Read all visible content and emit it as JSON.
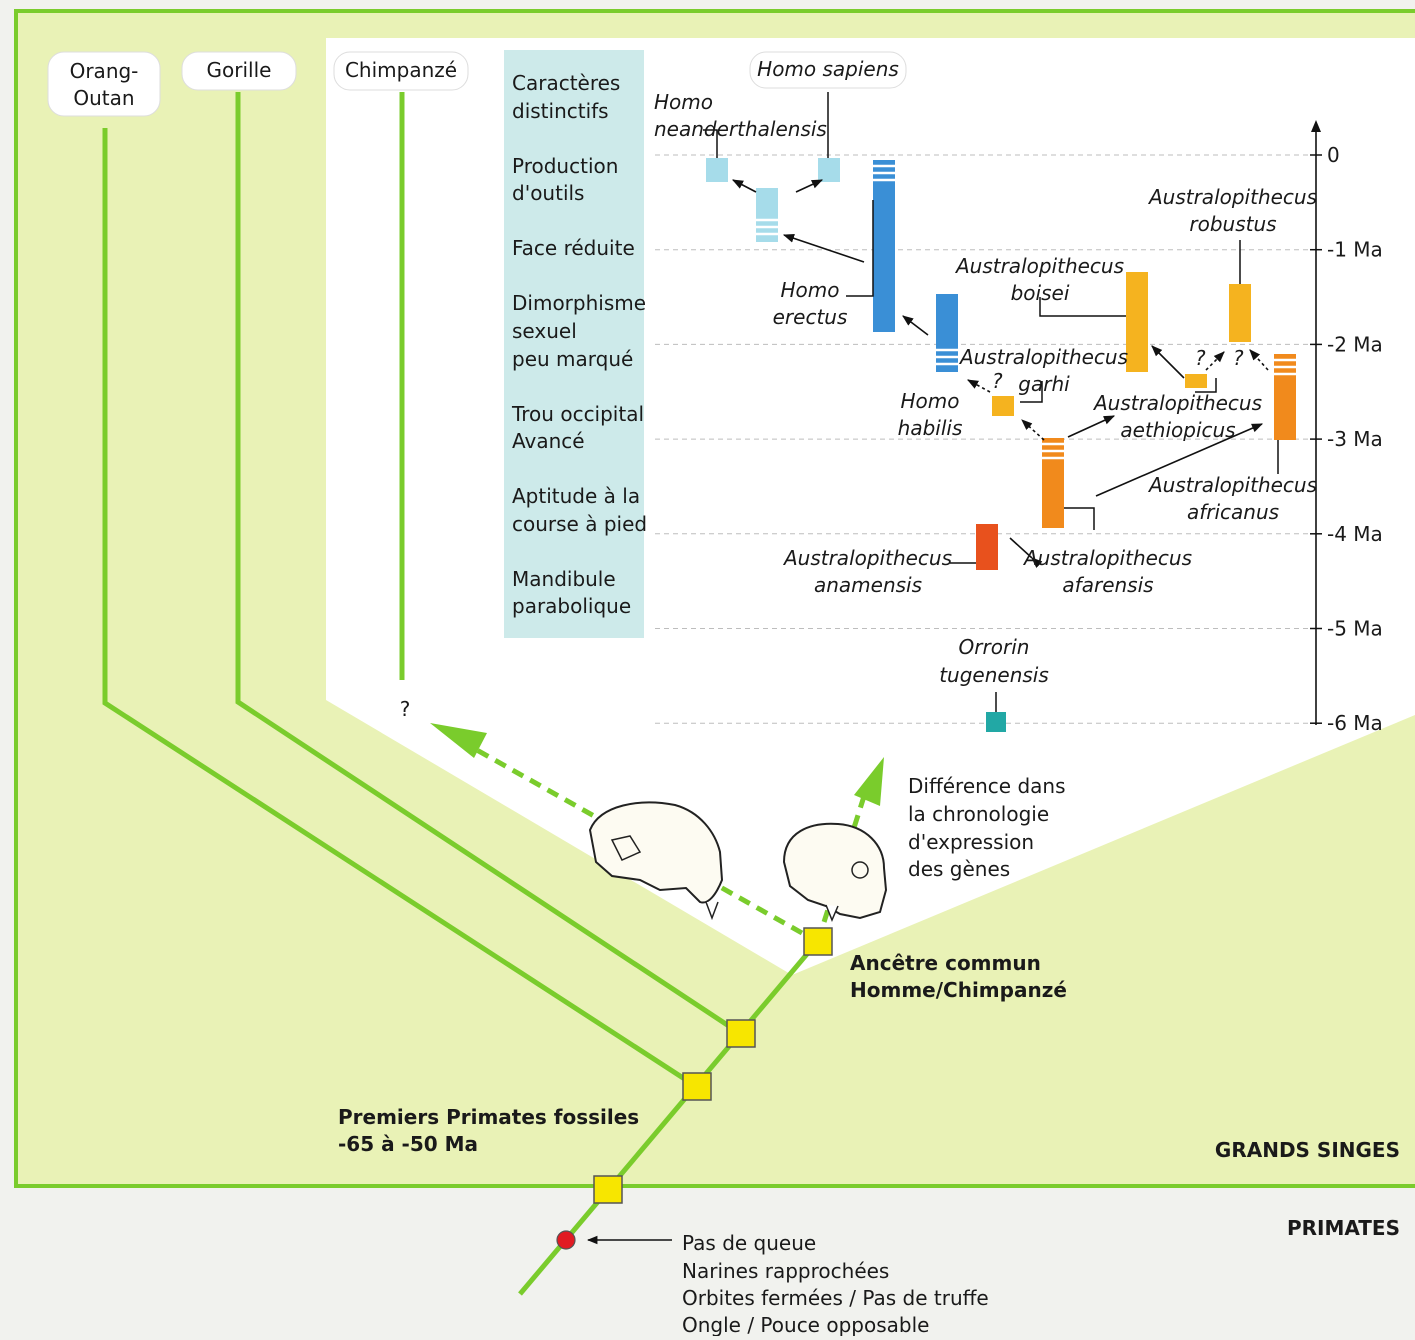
{
  "apes": {
    "orangutan": [
      "Orang-",
      "Outan"
    ],
    "gorilla": "Gorille",
    "chimpanzee": "Chimpanzé"
  },
  "question_mark": "?",
  "characters_title": [
    "Caractères",
    "distinctifs"
  ],
  "characters": [
    [
      "Production",
      "d'outils"
    ],
    [
      "Face réduite"
    ],
    [
      "Dimorphisme",
      "sexuel",
      "peu marqué"
    ],
    [
      "Trou occipital",
      "Avancé"
    ],
    [
      "Aptitude à la",
      "course à pied"
    ],
    [
      "Mandibule",
      "parabolique"
    ]
  ],
  "axis": {
    "ticks": [
      "0",
      "-1 Ma",
      "-2 Ma",
      "-3 Ma",
      "-4 Ma",
      "-5 Ma",
      "-6 Ma"
    ]
  },
  "species": {
    "sapiens": [
      "Homo sapiens"
    ],
    "neanderthalensis": [
      "Homo",
      "neanderthalensis"
    ],
    "erectus": [
      "Homo",
      "erectus"
    ],
    "habilis": [
      "Homo",
      "habilis"
    ],
    "robustus": [
      "Australopithecus",
      "robustus"
    ],
    "boisei": [
      "Australopithecus",
      "boisei"
    ],
    "garhi": [
      "Australopithecus",
      "garhi"
    ],
    "aethiopicus": [
      "Australopithecus",
      "aethiopicus"
    ],
    "africanus": [
      "Australopithecus",
      "africanus"
    ],
    "afarensis": [
      "Australopithecus",
      "afarensis"
    ],
    "anamensis": [
      "Australopithecus",
      "anamensis"
    ],
    "orrorin": [
      "Orrorin",
      "tugenensis"
    ]
  },
  "uncertain": "?",
  "gene_note": [
    "Différence dans",
    "la chronologie",
    "d'expression",
    "des gènes"
  ],
  "common_ancestor": [
    "Ancêtre commun",
    "Homme/Chimpanzé"
  ],
  "first_primates": [
    "Premiers Primates fossiles",
    "-65 à -50 Ma"
  ],
  "great_apes": "GRANDS SINGES",
  "primates": "PRIMATES",
  "primate_traits": [
    "Pas de queue",
    "Narines rapprochées",
    "Orbites fermées / Pas de truffe",
    "Ongle / Pouce opposable"
  ],
  "colors": {
    "great_apes_bg": "#e9f2b6",
    "branch": "#7acc2c",
    "character_box": "#cdeaea",
    "homo_light": "#a6dcea",
    "homo_blue": "#3a8fd6",
    "austral_yellow": "#f5b31f",
    "austral_orange": "#f18a1c",
    "austral_red": "#e8511d",
    "orrorin": "#22a8a5",
    "node_yellow": "#f7e600",
    "node_red": "#e11b22"
  }
}
